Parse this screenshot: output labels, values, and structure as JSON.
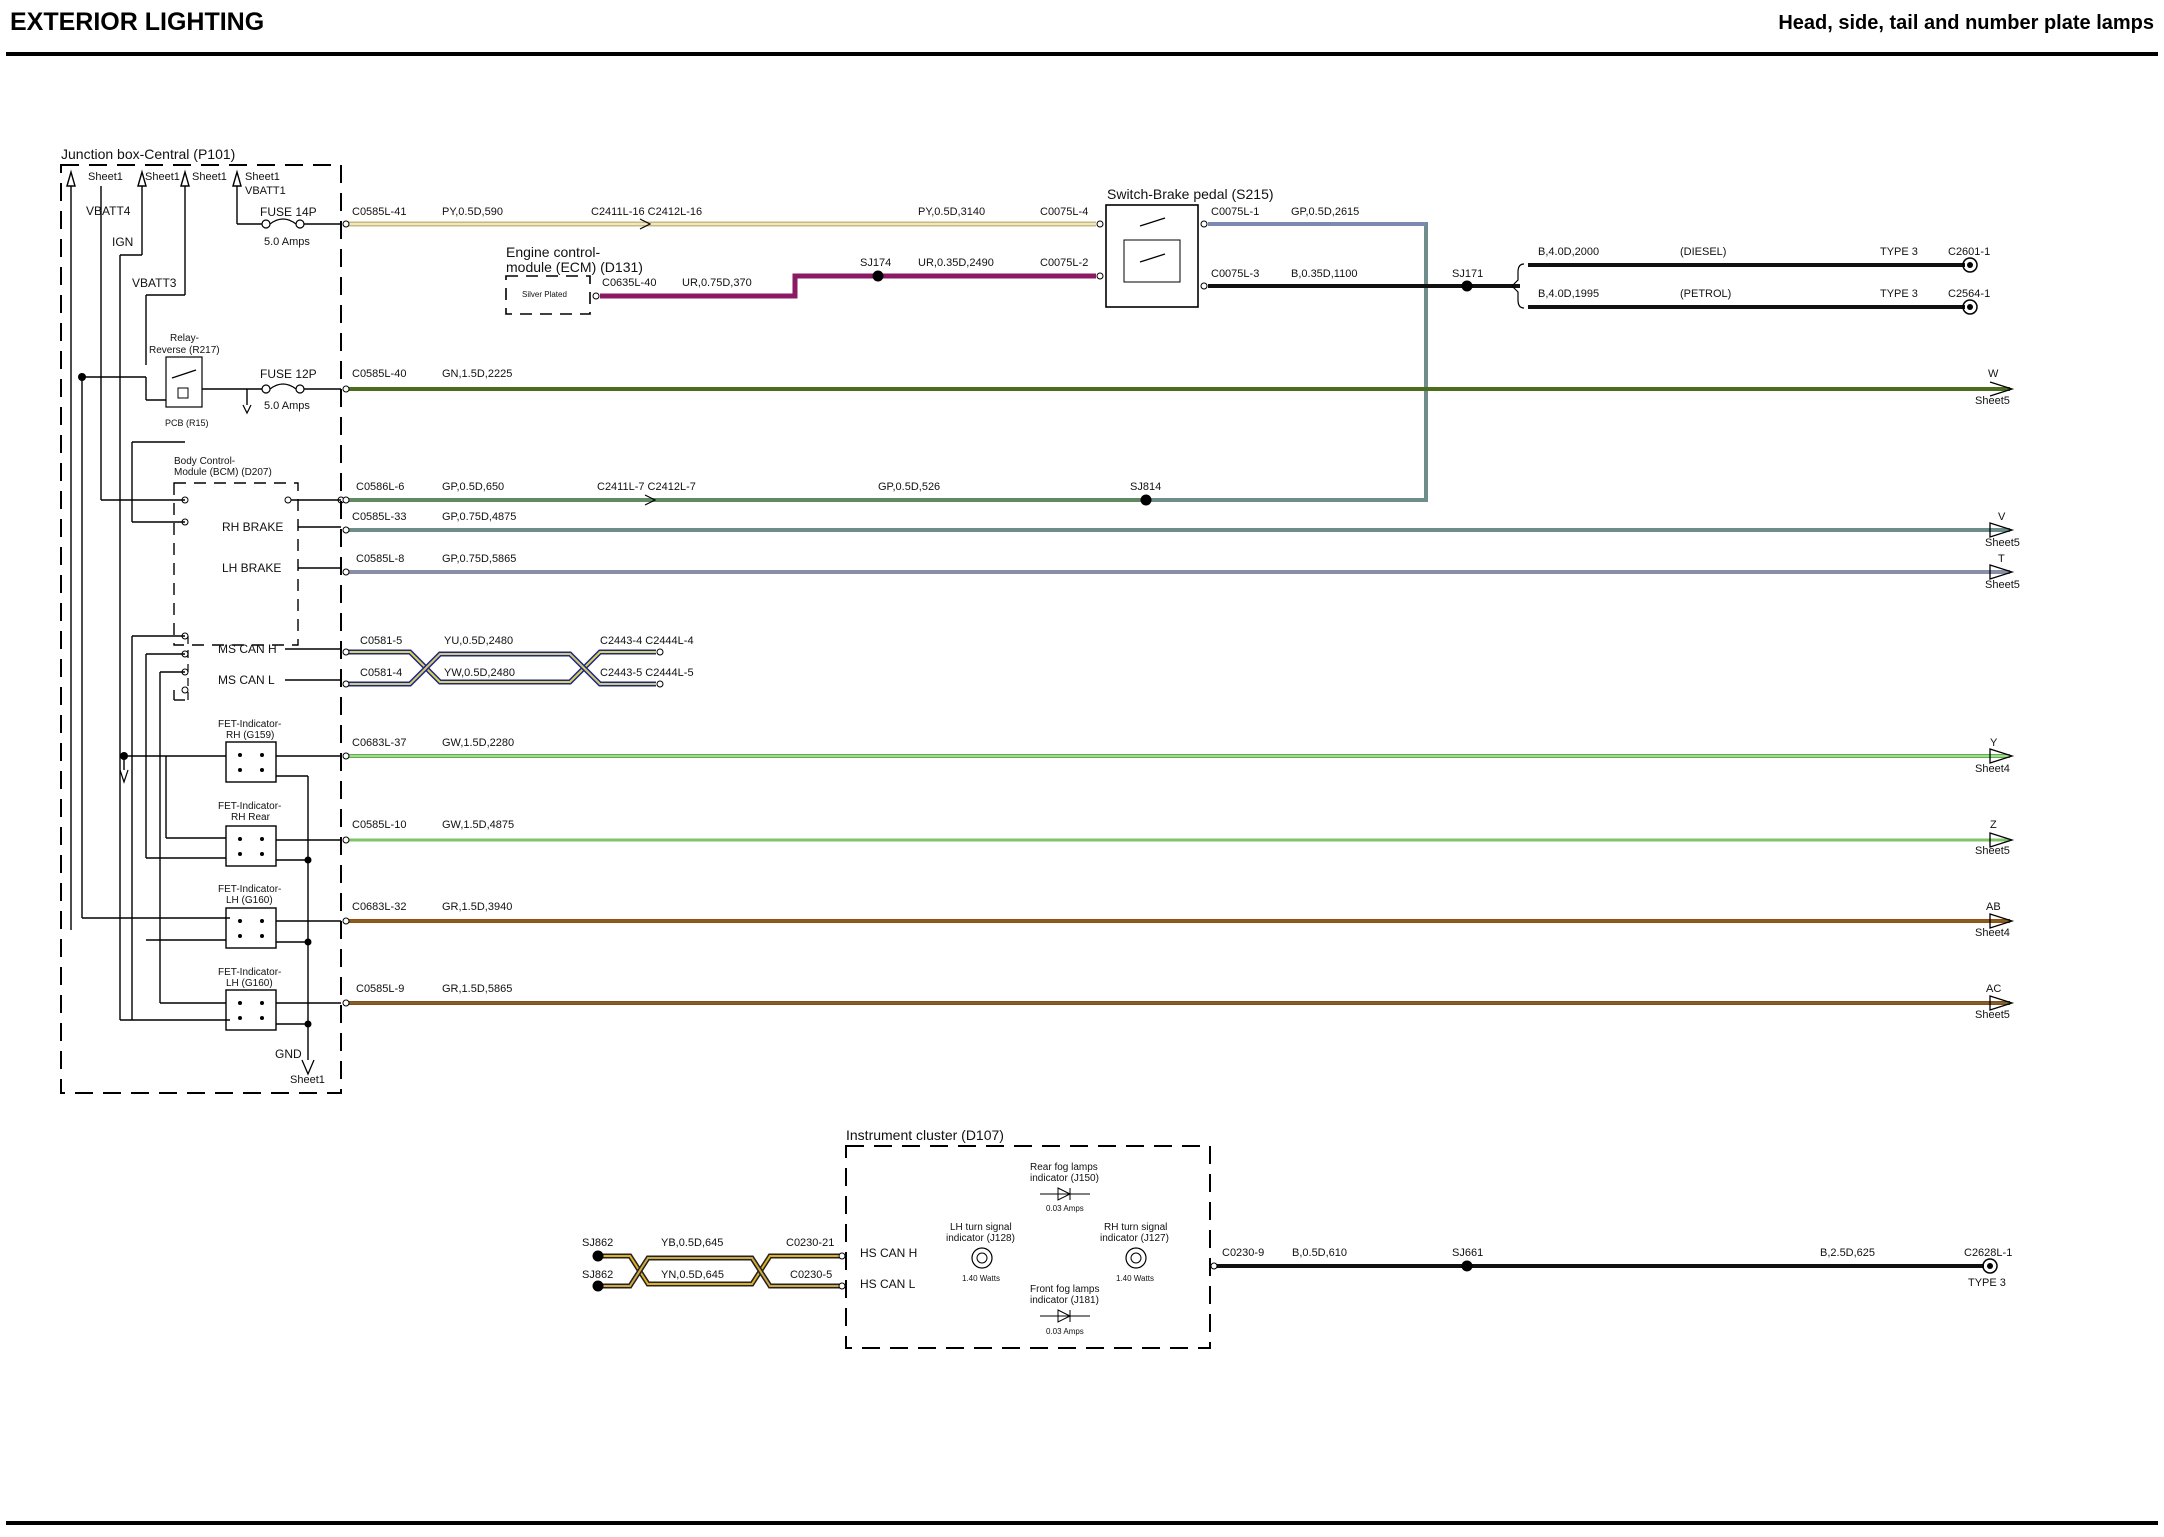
{
  "header": {
    "title": "EXTERIOR LIGHTING",
    "subtitle": "Head, side, tail and number plate lamps"
  },
  "colors": {
    "PY": "#e8d9a0",
    "GP": "#6f8c8c",
    "GP_light": "#8a8fa8",
    "UR": "#8a1a63",
    "GN": "#4a6e1e",
    "GW": "#7fc36a",
    "GR": "#8b4a1b",
    "B": "#111111",
    "YU": "#e6d24a",
    "YW": "#d9c96a",
    "YB": "#e0b020",
    "YN": "#d1a840",
    "CAN_dark": "#1a2a8a"
  },
  "junction_box": {
    "title": "Junction box-Central (P101)",
    "sheet_labels": [
      "Sheet1",
      "Sheet1",
      "Sheet1",
      "Sheet1"
    ],
    "vbatt4": "VBATT4",
    "vbatt1": "VBATT1",
    "ign": "IGN",
    "vbatt3": "VBATT3",
    "fuse14p": "FUSE 14P",
    "fuse14p_amps": "5.0 Amps",
    "fuse12p": "FUSE 12P",
    "fuse12p_amps": "5.0 Amps",
    "relay_l1": "Relay-",
    "relay_l2": "Reverse (R217)",
    "pcb": "PCB (R15)",
    "bcm_l1": "Body Control-",
    "bcm_l2": "Module (BCM) (D207)",
    "rh_brake": "RH BRAKE",
    "lh_brake": "LH BRAKE",
    "ms_can_h": "MS CAN H",
    "ms_can_l": "MS CAN L",
    "fet1_l1": "FET-Indicator-",
    "fet1_l2": "RH (G159)",
    "fet2_l1": "FET-Indicator-",
    "fet2_l2": "RH Rear",
    "fet3_l1": "FET-Indicator-",
    "fet3_l2": "LH (G160)",
    "fet4_l1": "FET-Indicator-",
    "fet4_l2": "LH (G160)",
    "gnd": "GND",
    "gnd_sheet": "Sheet1"
  },
  "ecm": {
    "l1": "Engine control-",
    "l2": "module (ECM) (D131)",
    "inner": "Silver Plated",
    "conn": "C0635L-40",
    "wire": "UR,0.75D,370"
  },
  "switch_brake": {
    "title": "Switch-Brake pedal (S215)",
    "c1": "C0075L-4",
    "c2": "C0075L-2",
    "c3": "C0075L-1",
    "c4": "C0075L-3"
  },
  "wires": {
    "w1_conn": "C0585L-41",
    "w1_spec": "PY,0.5D,590",
    "w1_mid": "C2411L-16 C2412L-16",
    "w1_spec2": "PY,0.5D,3140",
    "w2_sj": "SJ174",
    "w2_spec": "UR,0.35D,2490",
    "w3_spec": "GP,0.5D,2615",
    "w4_spec": "B,0.35D,1100",
    "w4_sj": "SJ171",
    "diesel_spec": "B,4.0D,2000",
    "diesel": "(DIESEL)",
    "diesel_type": "TYPE 3",
    "diesel_conn": "C2601-1",
    "petrol_spec": "B,4.0D,1995",
    "petrol": "(PETROL)",
    "petrol_type": "TYPE 3",
    "petrol_conn": "C2564-1",
    "w5_conn": "C0585L-40",
    "w5_spec": "GN,1.5D,2225",
    "w5_end": "W",
    "w5_sheet": "Sheet5",
    "w6_conn": "C0586L-6",
    "w6_spec": "GP,0.5D,650",
    "w6_mid": "C2411L-7 C2412L-7",
    "w6_spec2": "GP,0.5D,526",
    "w6_sj": "SJ814",
    "w7_conn": "C0585L-33",
    "w7_spec": "GP,0.75D,4875",
    "w7_end": "V",
    "w7_sheet": "Sheet5",
    "w8_conn": "C0585L-8",
    "w8_spec": "GP,0.75D,5865",
    "w8_end": "T",
    "w8_sheet": "Sheet5",
    "can1_conn": "C0581-5",
    "can1_spec": "YU,0.5D,2480",
    "can1_end": "C2443-4 C2444L-4",
    "can2_conn": "C0581-4",
    "can2_spec": "YW,0.5D,2480",
    "can2_end": "C2443-5 C2444L-5",
    "w9_conn": "C0683L-37",
    "w9_spec": "GW,1.5D,2280",
    "w9_end": "Y",
    "w9_sheet": "Sheet4",
    "w10_conn": "C0585L-10",
    "w10_spec": "GW,1.5D,4875",
    "w10_end": "Z",
    "w10_sheet": "Sheet5",
    "w11_conn": "C0683L-32",
    "w11_spec": "GR,1.5D,3940",
    "w11_end": "AB",
    "w11_sheet": "Sheet4",
    "w12_conn": "C0585L-9",
    "w12_spec": "GR,1.5D,5865",
    "w12_end": "AC",
    "w12_sheet": "Sheet5"
  },
  "instrument_cluster": {
    "title": "Instrument cluster (D107)",
    "hs_can_h": "HS CAN H",
    "hs_can_l": "HS CAN L",
    "rear_fog_l1": "Rear fog lamps",
    "rear_fog_l2": "indicator (J150)",
    "rear_fog_amps": "0.03 Amps",
    "lh_turn_l1": "LH turn signal",
    "lh_turn_l2": "indicator (J128)",
    "lh_watts": "1.40 Watts",
    "rh_turn_l1": "RH turn signal",
    "rh_turn_l2": "indicator (J127)",
    "rh_watts": "1.40 Watts",
    "front_fog_l1": "Front fog lamps",
    "front_fog_l2": "indicator (J181)",
    "front_fog_amps": "0.03 Amps",
    "sj862a": "SJ862",
    "sj862b": "SJ862",
    "yb_spec": "YB,0.5D,645",
    "yn_spec": "YN,0.5D,645",
    "c0230_21": "C0230-21",
    "c0230_5": "C0230-5",
    "c0230_9": "C0230-9",
    "b_spec": "B,0.5D,610",
    "sj661": "SJ661",
    "b2_spec": "B,2.5D,625",
    "end_conn": "C2628L-1",
    "end_type": "TYPE 3"
  }
}
